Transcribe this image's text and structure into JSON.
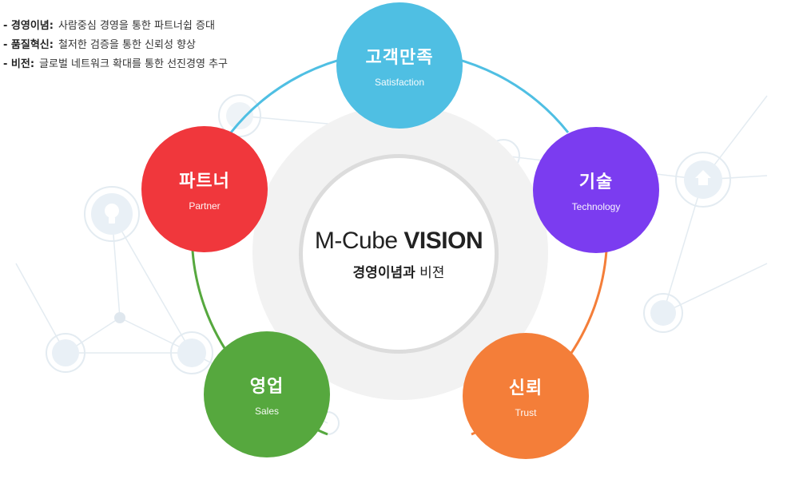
{
  "principles": [
    {
      "label": "- 경영이념:",
      "text": "사람중심 경영을 통한 파트너쉽 증대"
    },
    {
      "label": "- 품질혁신:",
      "text": "철저한 검증을 통한 신뢰성 향상"
    },
    {
      "label": "- 비전:",
      "text": "글로벌 네트워크 확대를 통한 선진경영 추구"
    }
  ],
  "center": {
    "title_light": "M-Cube ",
    "title_bold": "VISION",
    "subtitle_bold": "경영이념과",
    "subtitle_normal": " 비젼"
  },
  "nodes": {
    "satisfaction": {
      "title": "고객만족",
      "sub": "Satisfaction",
      "color": "#4fbfe3"
    },
    "technology": {
      "title": "기술",
      "sub": "Technology",
      "color": "#7b3cf0"
    },
    "trust": {
      "title": "신뢰",
      "sub": "Trust",
      "color": "#f47e39"
    },
    "sales": {
      "title": "영업",
      "sub": "Sales",
      "color": "#56a83e"
    },
    "partner": {
      "title": "파트너",
      "sub": "Partner",
      "color": "#f0373c"
    }
  },
  "arc_colors": {
    "top": "#4fbfe3",
    "right": "#f47e39",
    "bottom": "#56a83e"
  }
}
